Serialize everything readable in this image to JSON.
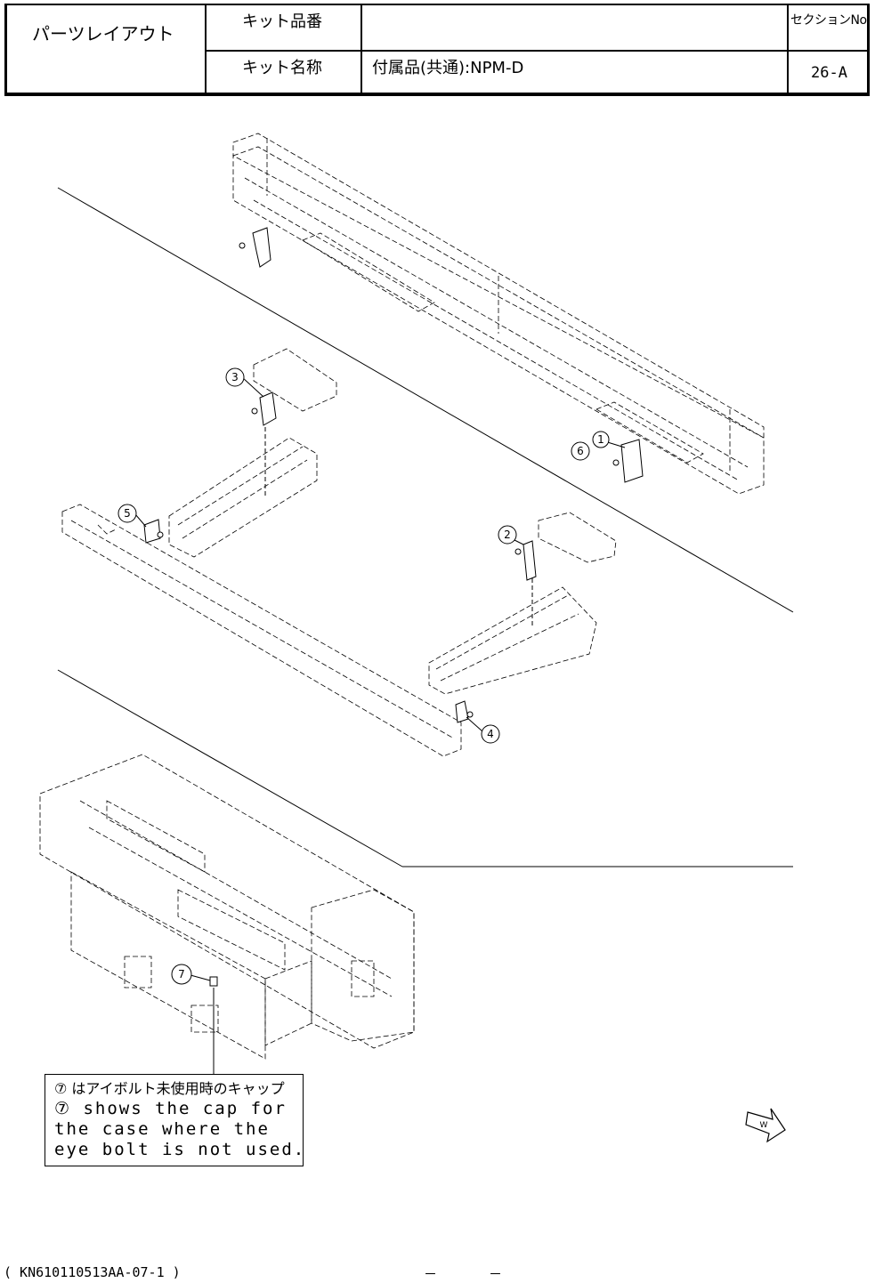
{
  "title_block": {
    "heading": "パーツレイアウト",
    "kit_number_label": "キット品番",
    "kit_number_value": "",
    "kit_name_label": "キット名称",
    "kit_name_value": "付属品(共通):NPM-D",
    "section_label": "セクションNo.",
    "section_value": "26-A"
  },
  "callouts": [
    "1",
    "2",
    "3",
    "4",
    "5",
    "6",
    "7"
  ],
  "note": {
    "line1": "⑦ はアイボルト未使用時のキャップ",
    "line2": "⑦ shows the cap for",
    "line3": "the case where the",
    "line4": "eye bolt is not used."
  },
  "footer": {
    "doc_code": "( KN610110513AA-07-1 )",
    "page_left": "－",
    "page_right": "－"
  }
}
